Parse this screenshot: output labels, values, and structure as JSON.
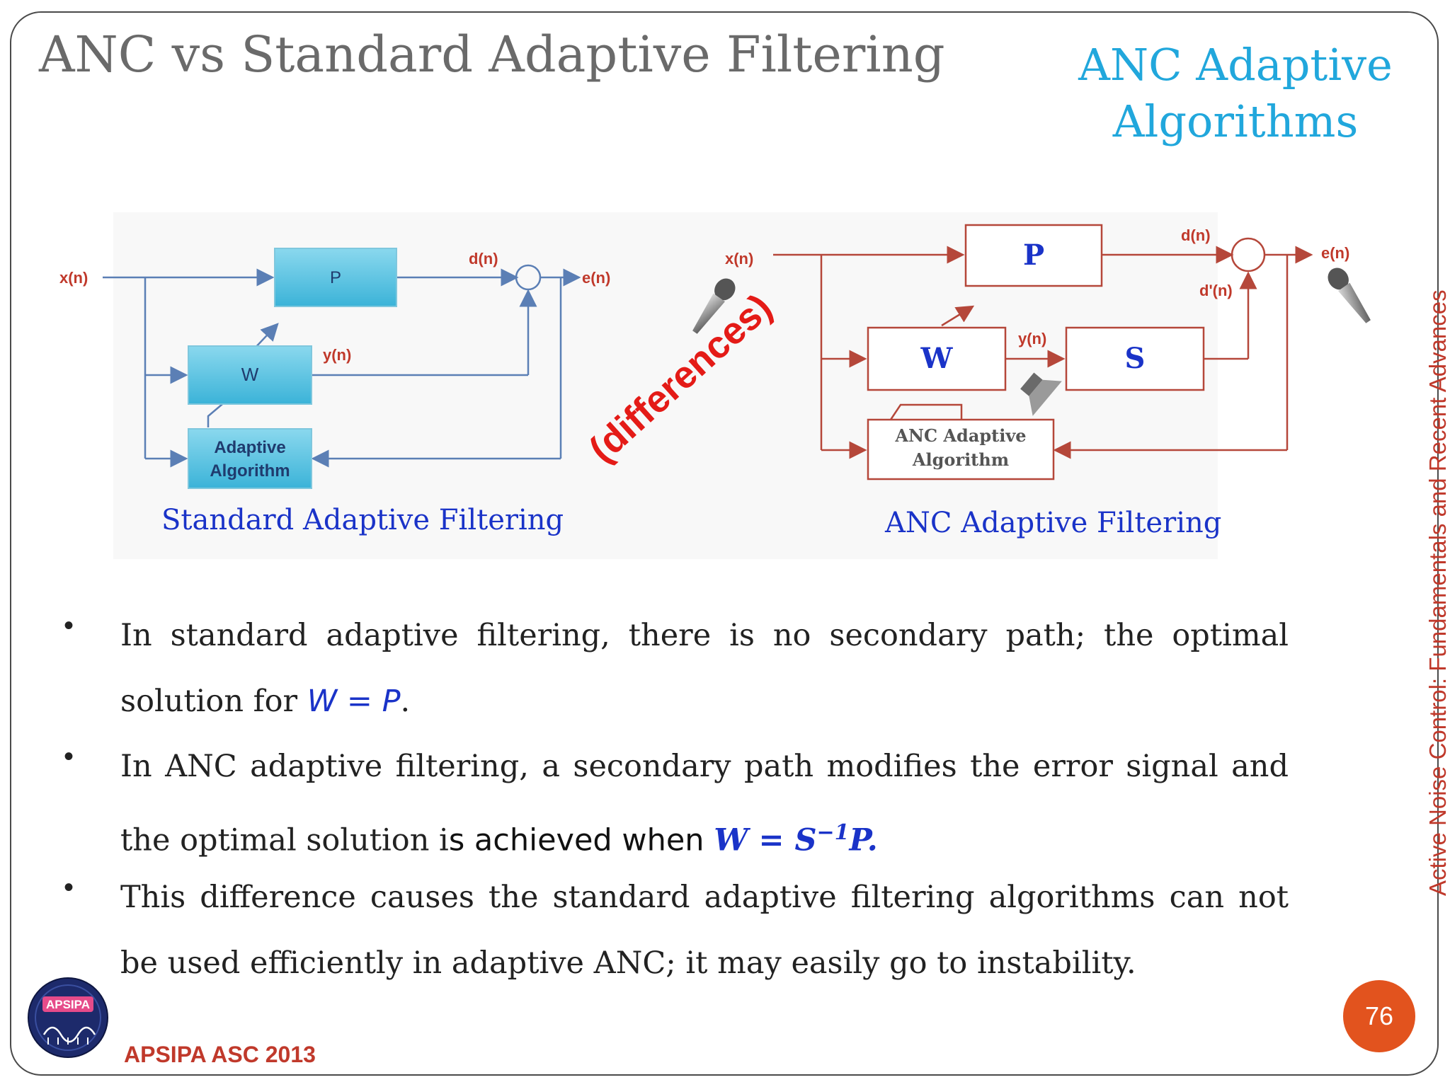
{
  "slide": {
    "title": "ANC vs Standard Adaptive Filtering",
    "section_title_line1": "ANC Adaptive",
    "section_title_line2": "Algorithms",
    "side_label": "Active Noise Control: Fundamentals and Recent Advances",
    "footer": "APSIPA ASC 2013",
    "page_number": "76",
    "logo_text": "APSIPA"
  },
  "diagram_left": {
    "caption": "Standard Adaptive Filtering",
    "x_label": "x(n)",
    "d_label": "d(n)",
    "e_label": "e(n)",
    "y_label": "y(n)",
    "p_block": "P",
    "w_block": "W",
    "alg_line1": "Adaptive",
    "alg_line2": "Algorithm"
  },
  "diagram_right": {
    "caption": "ANC Adaptive Filtering",
    "x_label": "x(n)",
    "d_label": "d(n)",
    "dprime_label": "d'(n)",
    "e_label": "e(n)",
    "y_label": "y(n)",
    "p_block": "P",
    "w_block": "W",
    "s_block": "S",
    "alg_line1": "ANC Adaptive",
    "alg_line2": "Algorithm"
  },
  "annotation": "(differences)",
  "bullets": {
    "b1_text": "In standard adaptive filtering, there is no secondary path; the optimal solution for ",
    "b1_math": "W = P",
    "b1_end": ".",
    "b2_text": "In ANC adaptive filtering, a secondary path modifies the error signal and the optimal solution i",
    "b2_text2": "s achieved when ",
    "b2_math_w": "W = ",
    "b2_math_s": "S",
    "b2_math_exp": "−1",
    "b2_math_p": "P.",
    "b3_text": "This difference causes the standard adaptive filtering algorithms can not be used efficiently in adaptive ANC; it may easily go to instability."
  },
  "colors": {
    "title": "#6a6a6a",
    "section_title": "#21a7dc",
    "accent_red": "#c0392b",
    "caption_blue": "#1a33c8",
    "left_diagram_line": "#5b7fb5",
    "right_diagram_line": "#b5473a",
    "block_cyan": "#4fc3e0"
  }
}
